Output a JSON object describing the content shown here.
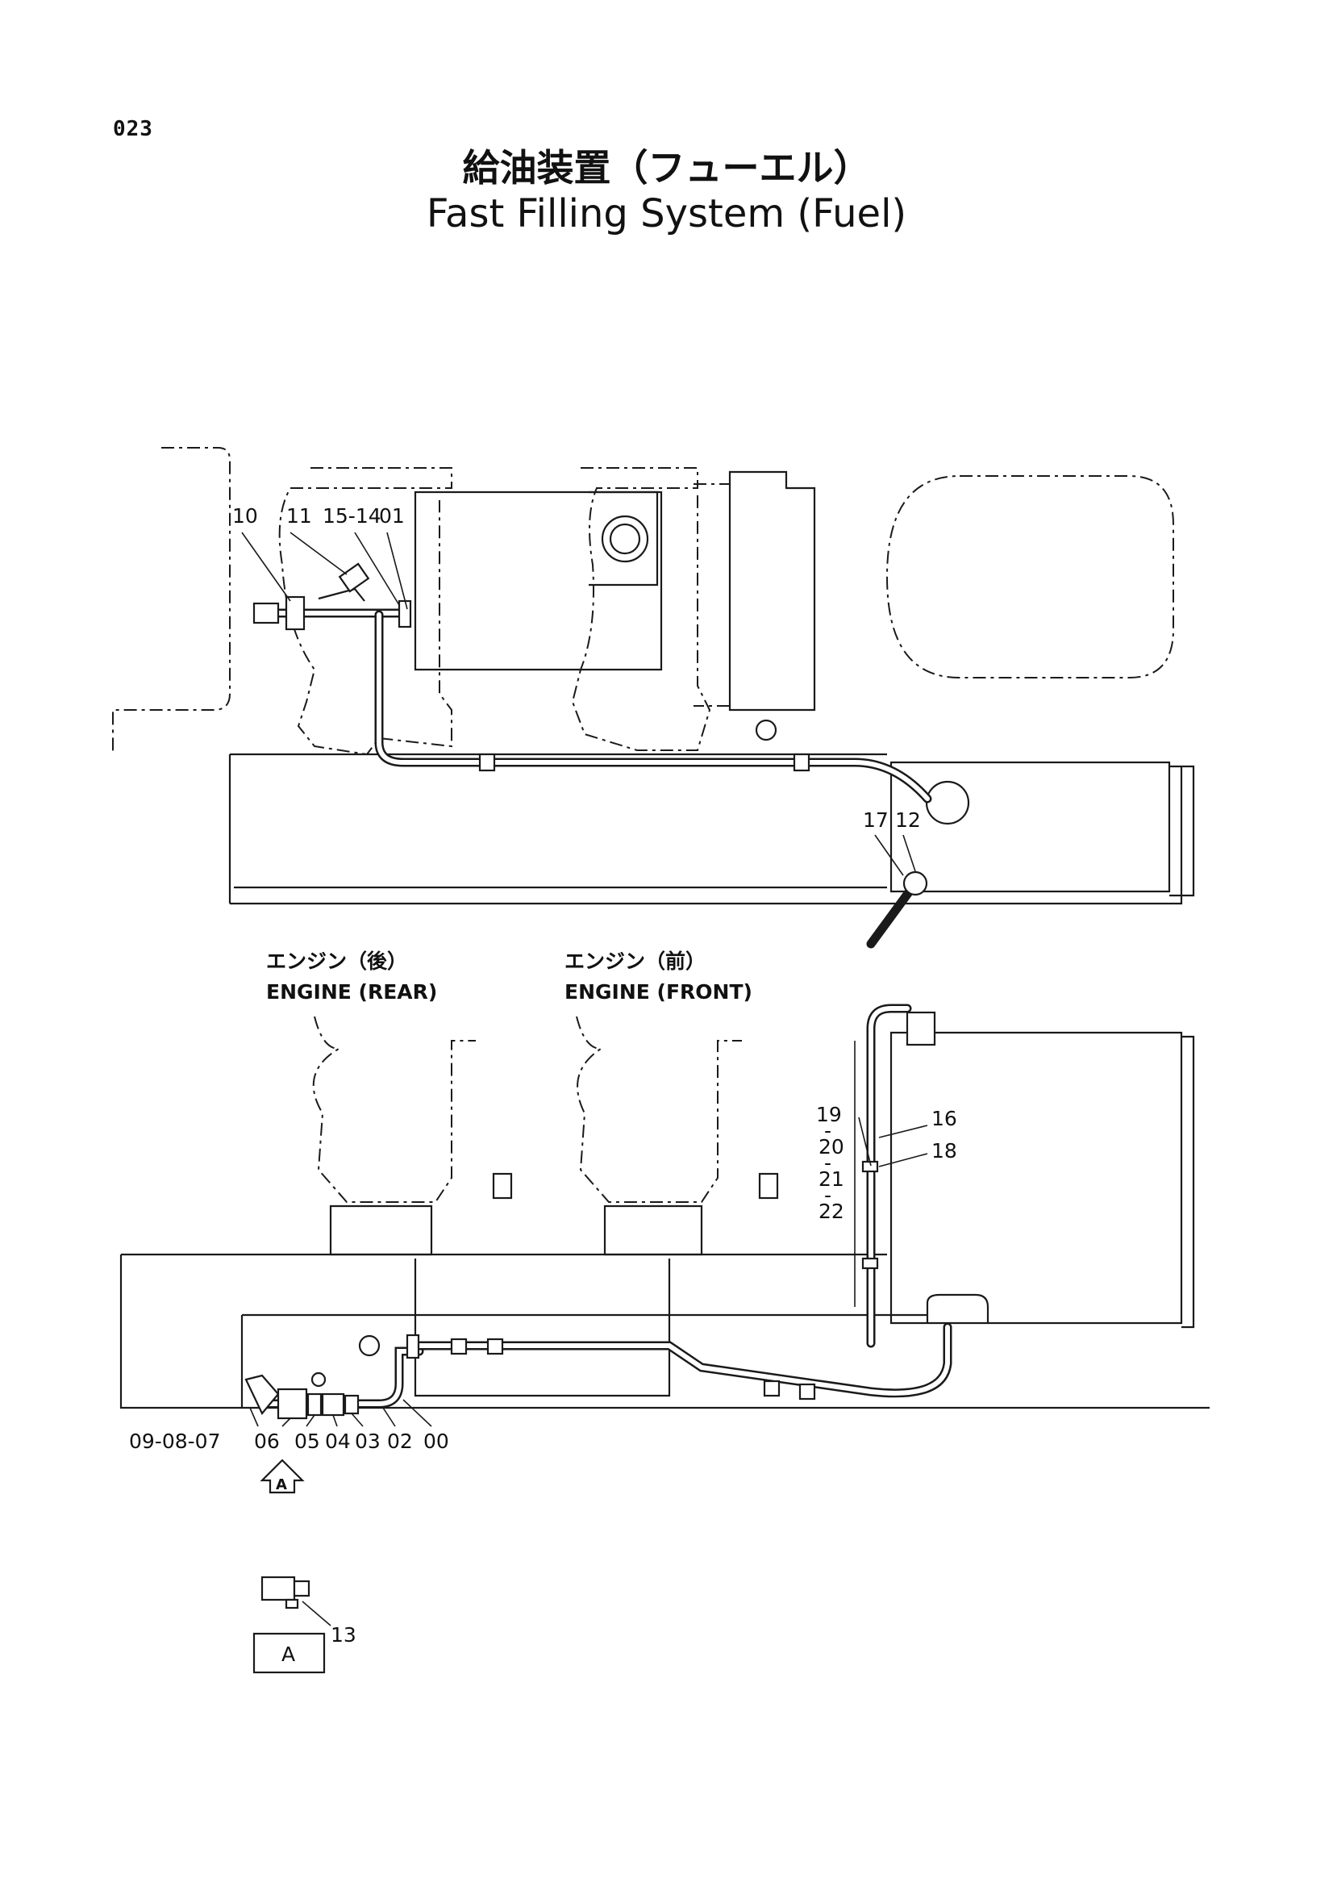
{
  "page_number": "023",
  "title_jp": "給油装置（フューエル）",
  "title_en": "Fast Filling System (Fuel)",
  "top_view": {
    "callouts": [
      "10",
      "11",
      "15-14",
      "01",
      "17",
      "12"
    ]
  },
  "side_view": {
    "engine_rear": {
      "label_jp": "エンジン（後）",
      "label_en": "ENGINE (REAR)"
    },
    "engine_front": {
      "label_jp": "エンジン（前）",
      "label_en": "ENGINE (FRONT)"
    },
    "callouts_right": [
      "19",
      "-",
      "20",
      "-",
      "21",
      "-",
      "22",
      "16",
      "18"
    ],
    "callouts_bottom": [
      "09-08-07",
      "06",
      "05",
      "04",
      "03",
      "02",
      "00"
    ],
    "view_marker": "A"
  },
  "detail_view": {
    "callout": "13",
    "label": "A"
  }
}
